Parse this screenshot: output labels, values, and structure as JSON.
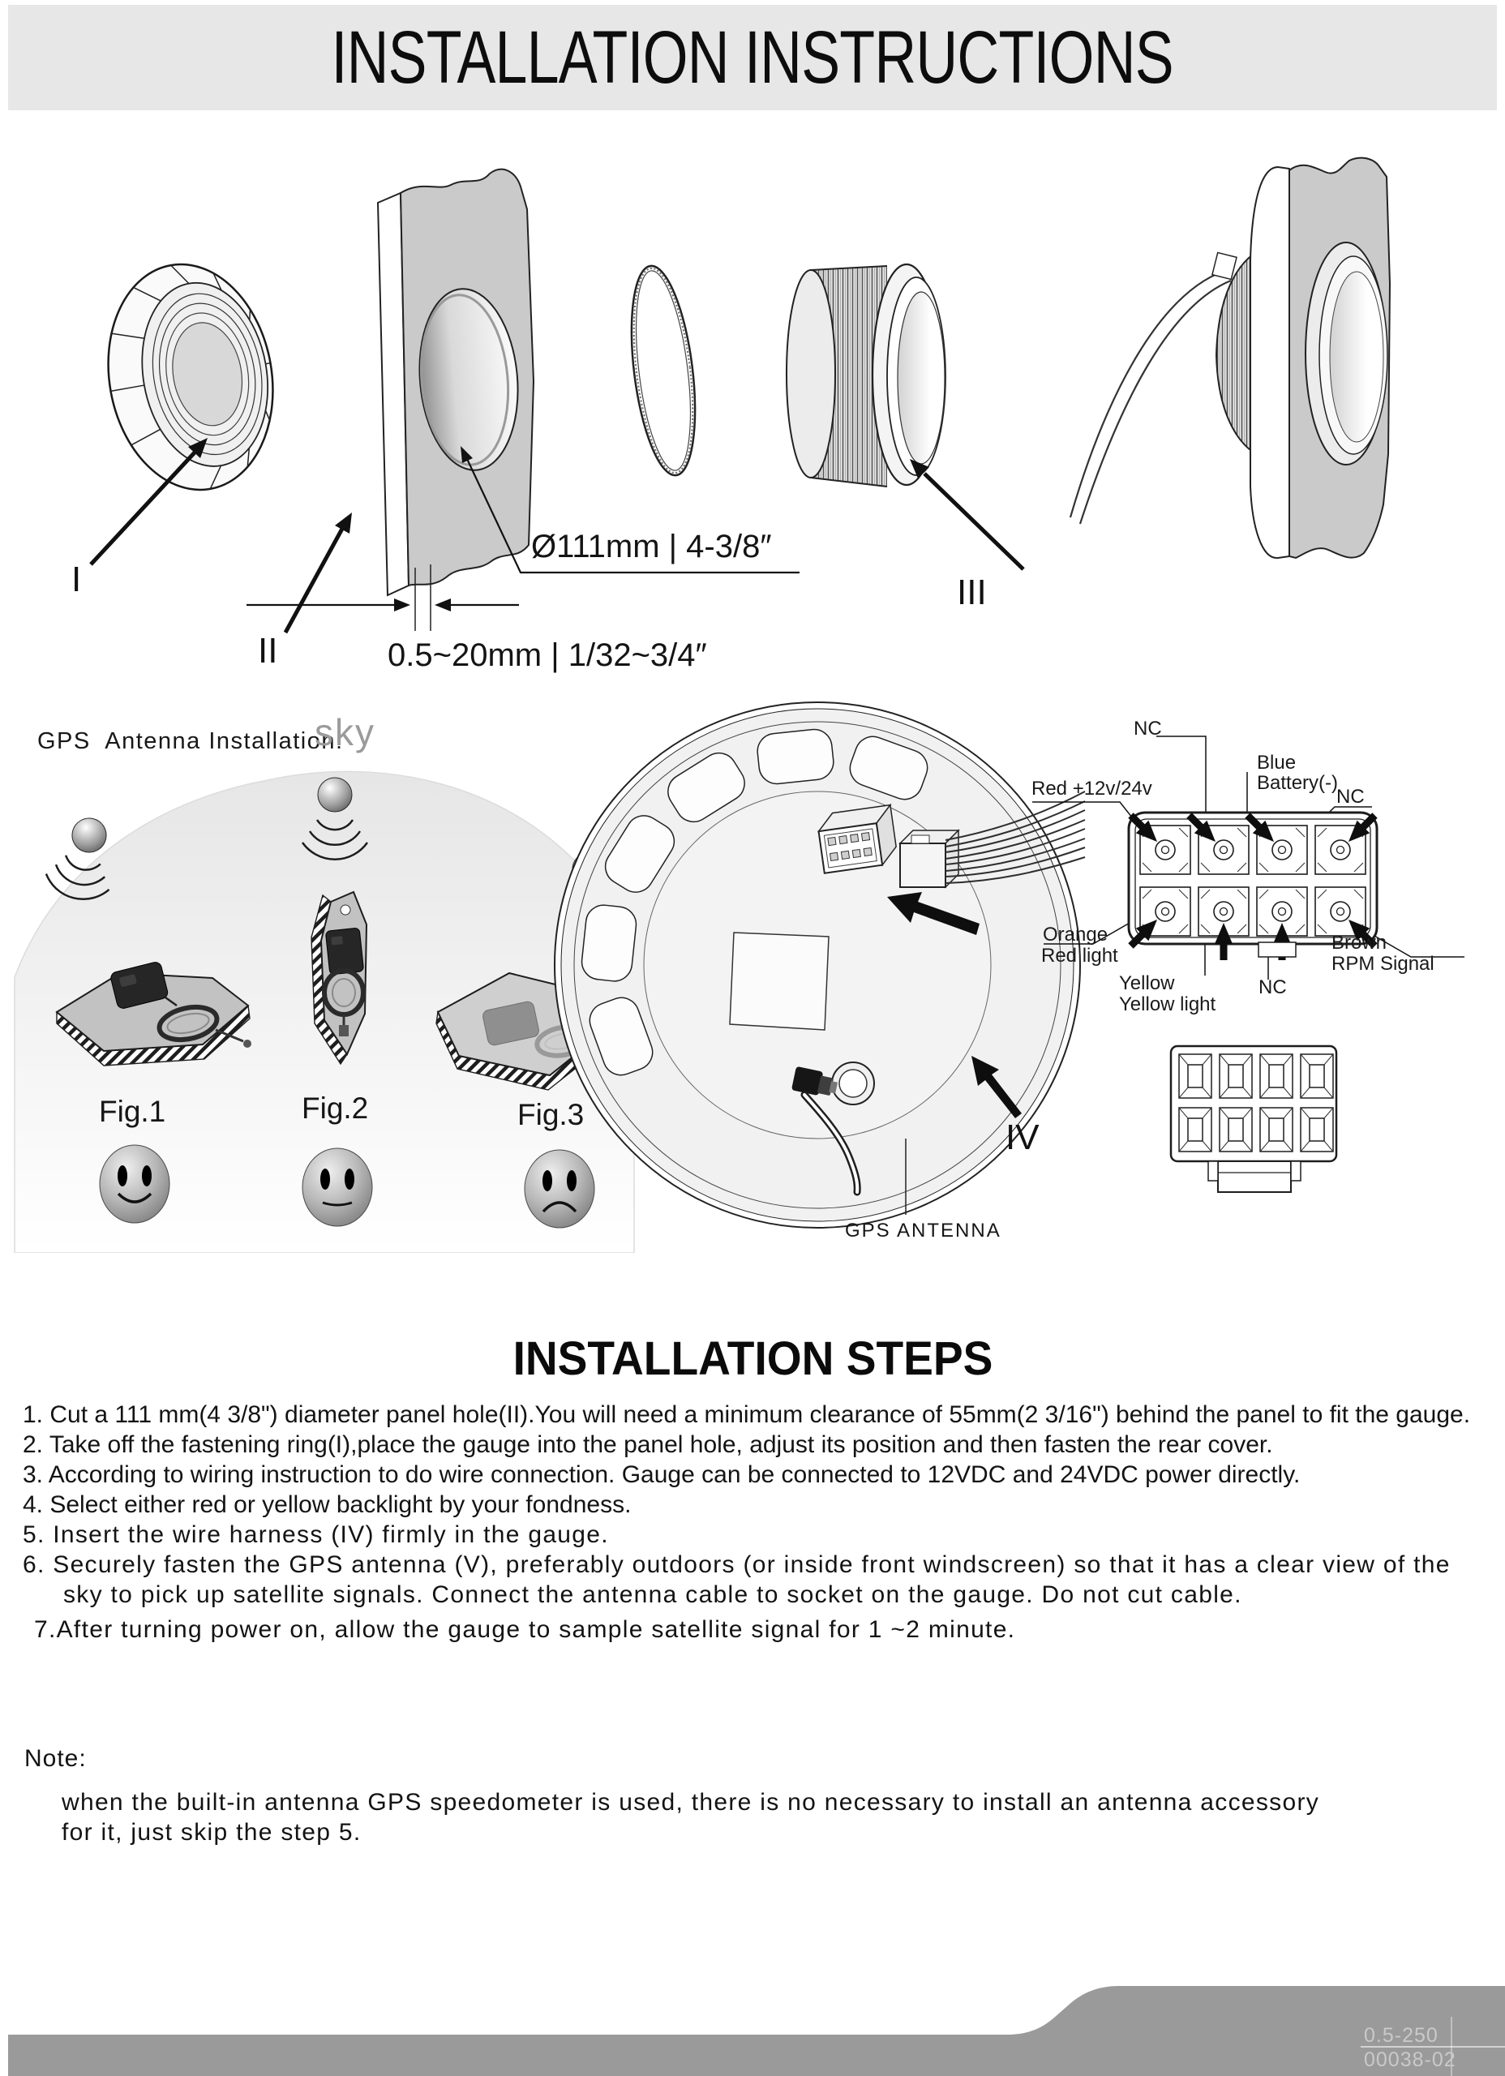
{
  "header": {
    "title": "INSTALLATION INSTRUCTIONS"
  },
  "parts_diagram": {
    "label_i": "I",
    "label_ii": "II",
    "label_iii": "III",
    "hole_dim": "Ø111mm | 4-3/8″",
    "thickness_dim": "0.5~20mm | 1/32~3/4″"
  },
  "antenna_section": {
    "heading": "GPS  Antenna Installation:",
    "sky": "sky",
    "fig1": "Fig.1",
    "fig2": "Fig.2",
    "fig3": "Fig.3"
  },
  "rear_view": {
    "harness_label": "IV",
    "antenna_cable_label": "GPS ANTENNA"
  },
  "wiring": {
    "nc_top": "NC",
    "blue1": "Blue",
    "blue2": "Battery(-)",
    "red": "Red +12v/24v",
    "nc_right": "NC",
    "orange1": "Orange",
    "orange2": "Red light",
    "yellow1": "Yellow",
    "yellow2": "Yellow light",
    "nc_bottom": "NC",
    "brown1": "Brown",
    "brown2": "RPM Signal"
  },
  "steps": {
    "title": "INSTALLATION STEPS",
    "items": [
      {
        "num": "1. ",
        "text": "Cut a 111 mm(4 3/8\") diameter panel hole(II).You will need a minimum clearance of 55mm(2 3/16\") behind the panel to fit the gauge."
      },
      {
        "num": "2. ",
        "text": "Take off the fastening ring(I),place the gauge into the panel hole, adjust its position and then fasten the rear cover."
      },
      {
        "num": "3. ",
        "text": "According to wiring instruction to do wire connection. Gauge can be connected to 12VDC and 24VDC power directly."
      },
      {
        "num": "4. ",
        "text": "Select either red or yellow backlight by your fondness."
      },
      {
        "num": "5. ",
        "text": "Insert the wire harness (IV) firmly in the gauge."
      },
      {
        "num": "6. ",
        "text": "Securely fasten the GPS antenna (V), preferably outdoors (or inside front windscreen) so that it has a clear view of the sky to pick up satellite signals.  Connect the antenna cable to socket on the gauge. Do not cut cable."
      },
      {
        "num": "7.",
        "text": "After turning power on, allow the gauge to sample satellite signal for 1 ~2 minute."
      }
    ]
  },
  "note": {
    "heading": "Note:",
    "line1": "when the built-in antenna GPS speedometer is used, there is no necessary to install an antenna accessory",
    "line2": "for it, just skip the step 5."
  },
  "footer": {
    "code1": "0.5-250",
    "code2": "00038-02"
  },
  "colors": {
    "header_bg": "#e7e7e7",
    "footer_bg": "#9a9a9a",
    "footer_text": "#c9c9c9",
    "sky_text": "#9b9b9b",
    "panel_gray": "#cacaca"
  }
}
